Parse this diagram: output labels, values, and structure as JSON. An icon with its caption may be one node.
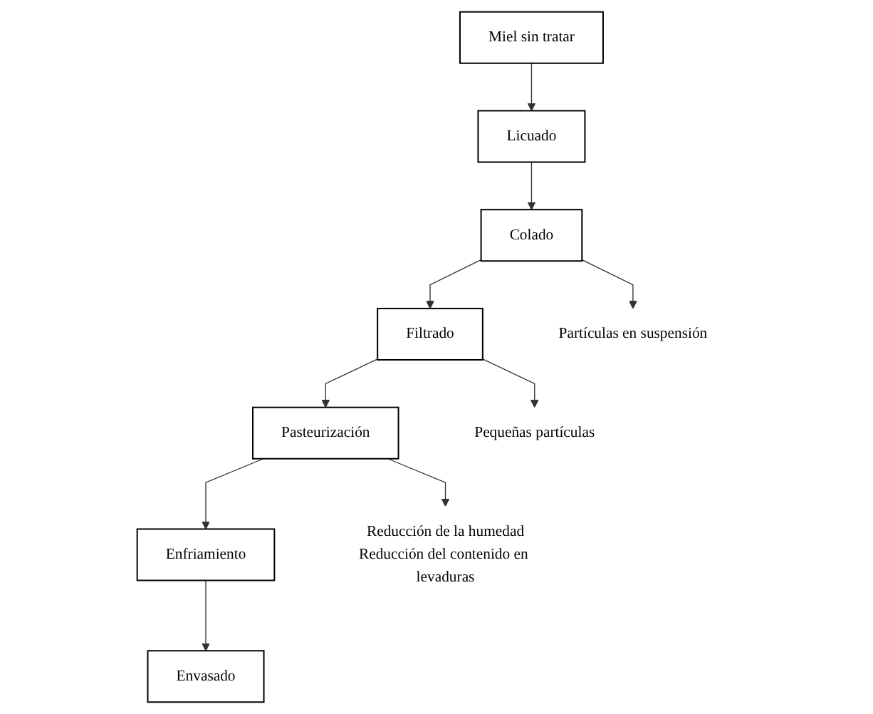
{
  "diagram": {
    "nodes": [
      {
        "text": [
          "Miel sin tratar"
        ]
      },
      {
        "text": [
          "Licuado"
        ]
      },
      {
        "text": [
          "Colado"
        ]
      },
      {
        "text": [
          "Filtrado"
        ]
      },
      {
        "text": [
          "Pasteurización"
        ]
      },
      {
        "text": [
          "Enfriamiento"
        ]
      },
      {
        "text": [
          "Envasado"
        ]
      },
      {
        "text": [
          "Partículas en suspensión"
        ]
      },
      {
        "text": [
          "Pequeñas partículas"
        ]
      },
      {
        "text": [
          "Reducción de la humedad",
          "Reducción del contenido en levaduras"
        ]
      }
    ],
    "edges": [
      {
        "from": 0,
        "to": 1,
        "arrow": "to"
      },
      {
        "from": 1,
        "to": 2,
        "arrow": "to"
      },
      {
        "from": 2,
        "to": 3,
        "arrow": "to"
      },
      {
        "from": 3,
        "to": 4,
        "arrow": "to"
      },
      {
        "from": 4,
        "to": 5,
        "arrow": "to"
      },
      {
        "from": 5,
        "to": 6,
        "arrow": "to"
      },
      {
        "from": 2,
        "to": 7,
        "arrow": "to"
      },
      {
        "from": 3,
        "to": 8,
        "arrow": "to"
      },
      {
        "from": 4,
        "to": 9,
        "arrow": "to"
      }
    ]
  }
}
